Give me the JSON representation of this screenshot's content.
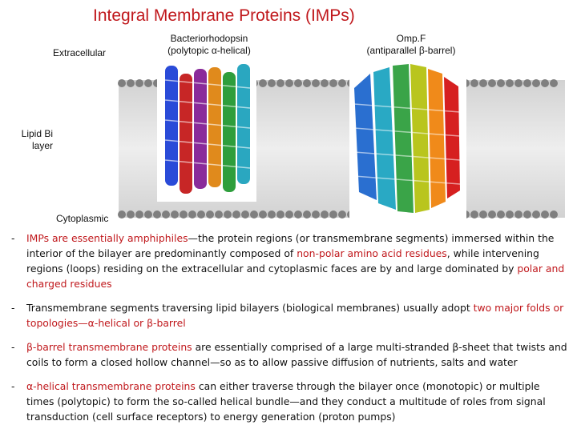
{
  "title": "Integral Membrane Proteins (IMPs)",
  "labels": {
    "extracellular": "Extracellular",
    "lipid_bilayer": "Lipid Bilayer",
    "cytoplasmic": "Cytoplasmic"
  },
  "proteins": [
    {
      "name": "Bacteriorhodopsin",
      "subtitle": "(polytopic α-helical)"
    },
    {
      "name": "Omp.F",
      "subtitle": "(antiparallel β-barrel)"
    }
  ],
  "bullets": [
    [
      {
        "text": "IMPs are essentially ",
        "style": "red"
      },
      {
        "text": "amphiphiles",
        "style": "red"
      },
      {
        "text": "—the protein regions (or transmembrane segments) immersed within the interior of the bilayer are predominantly composed of ",
        "style": ""
      },
      {
        "text": "non-polar amino acid residues",
        "style": "red"
      },
      {
        "text": ", while intervening regions (loops) residing on the extracellular and cytoplasmic faces are by and large dominated by ",
        "style": ""
      },
      {
        "text": "polar and charged residues",
        "style": "red"
      }
    ],
    [
      {
        "text": "Transmembrane segments traversing lipid bilayers (biological membranes) usually adopt ",
        "style": ""
      },
      {
        "text": "two major folds or topologies—α-helical or β-barrel",
        "style": "red"
      }
    ],
    [
      {
        "text": "β-barrel transmembrane proteins",
        "style": "red"
      },
      {
        "text": " are essentially comprised of a large multi-stranded β-sheet that twists and coils to form a closed hollow channel—so as to allow passive diffusion of nutrients, salts and water",
        "style": ""
      }
    ],
    [
      {
        "text": "α-helical transmembrane proteins",
        "style": "red"
      },
      {
        "text": " can either traverse through the bilayer once (monotopic) or multiple times (polytopic) to form the so-called helical bundle—and they conduct a multitude of roles from signal transduction (cell surface receptors) to energy generation (proton pumps)",
        "style": ""
      }
    ]
  ]
}
